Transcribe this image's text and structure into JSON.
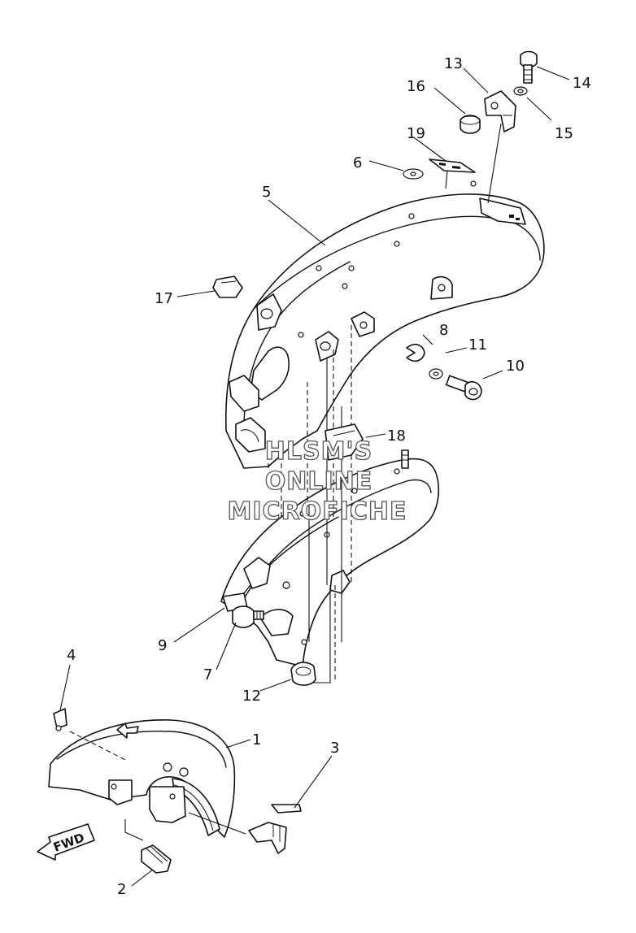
{
  "callouts": [
    {
      "id": "1",
      "label": "1"
    },
    {
      "id": "2",
      "label": "2"
    },
    {
      "id": "3",
      "label": "3"
    },
    {
      "id": "4",
      "label": "4"
    },
    {
      "id": "5",
      "label": "5"
    },
    {
      "id": "6",
      "label": "6"
    },
    {
      "id": "7",
      "label": "7"
    },
    {
      "id": "8",
      "label": "8"
    },
    {
      "id": "9",
      "label": "9"
    },
    {
      "id": "10",
      "label": "10"
    },
    {
      "id": "11",
      "label": "11"
    },
    {
      "id": "12",
      "label": "12"
    },
    {
      "id": "13",
      "label": "13"
    },
    {
      "id": "14",
      "label": "14"
    },
    {
      "id": "15",
      "label": "15"
    },
    {
      "id": "16",
      "label": "16"
    },
    {
      "id": "17",
      "label": "17"
    },
    {
      "id": "18",
      "label": "18"
    },
    {
      "id": "19",
      "label": "19"
    }
  ],
  "watermark": {
    "line1": "HLSM'S",
    "line2": "ONLINE",
    "line3": "MICROFICHE"
  },
  "fwd_arrow": {
    "label": "FWD"
  },
  "colors": {
    "ink": "#111111",
    "paper": "#ffffff",
    "watermark_outline": "#555555"
  }
}
